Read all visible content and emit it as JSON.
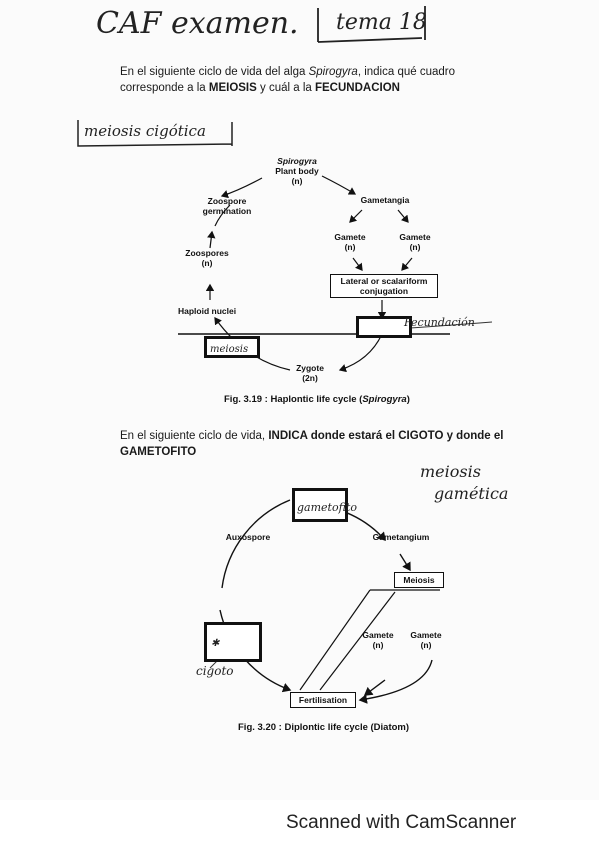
{
  "header": {
    "title_hand": "CAF examen.",
    "tema_hand": "tema 18"
  },
  "q1": {
    "text_a": "En el siguiente ciclo de vida del alga ",
    "text_species": "Spirogyra",
    "text_b": ", indica qué cuadro",
    "text_c": "corresponde a la ",
    "meiosis_word": "MEIOSIS",
    "text_d": " y cuál a la ",
    "fecundacion_word": "FECUNDACION",
    "answer_hand": "meiosis cigótica"
  },
  "fig1": {
    "plant_body": [
      "Spirogyra",
      "Plant body",
      "(n)"
    ],
    "gametangia": "Gametangia",
    "gamete_left": [
      "Gamete",
      "(n)"
    ],
    "gamete_right": [
      "Gamete",
      "(n)"
    ],
    "conjugation": [
      "Lateral or scalariform",
      "conjugation"
    ],
    "zoospore_germination": [
      "Zoospore",
      "germination"
    ],
    "zoospores": [
      "Zoospores",
      "(n)"
    ],
    "haploid_nuclei": "Haploid nuclei",
    "meiosis_hand": "meiosis",
    "fecundacion_hand": "Fecundación",
    "zygote": [
      "Zygote",
      "(2n)"
    ],
    "caption_a": "Fig. 3.19 : Haplontic life cycle (",
    "caption_species": "Spirogyra",
    "caption_b": ")"
  },
  "q2": {
    "text_a": "En el siguiente ciclo de vida, ",
    "indica_word": "INDICA donde estará el CIGOTO y donde el",
    "gametofito_word": "GAMETOFITO",
    "answer_hand_1": "meiosis",
    "answer_hand_2": "gamética"
  },
  "fig2": {
    "gametofito_hand": "gametofito",
    "auxospore": "Auxospore",
    "gametangium": "Gametangium",
    "meiosis": "Meiosis",
    "gamete_left": [
      "Gamete",
      "(n)"
    ],
    "gamete_right": [
      "Gamete",
      "(n)"
    ],
    "fertilisation": "Fertilisation",
    "cigoto_hand": "cigoto",
    "caption": "Fig. 3.20 : Diplontic life cycle (Diatom)"
  },
  "footer": {
    "scanner": "Scanned with CamScanner"
  }
}
